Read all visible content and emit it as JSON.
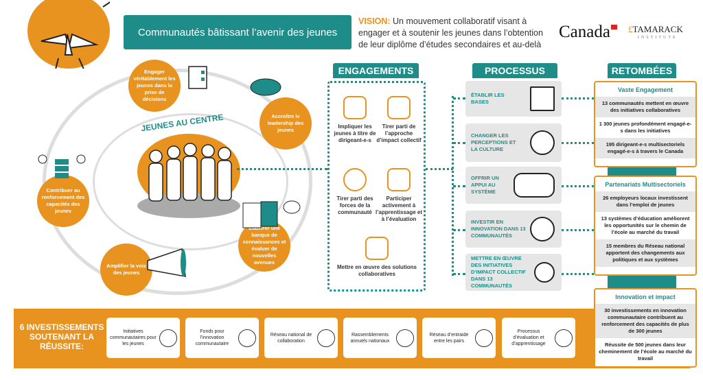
{
  "header": {
    "title": "Communautés bâtissant l’avenir des jeunes",
    "vision_label": "VISION:",
    "vision_text": " Un mouvement collaboratif visant à engager et à soutenir les jeunes dans l’obtention de leur diplôme d’études secondaires et au-delà",
    "logo_canada": "Canada",
    "logo_tamarack": "TAMARACK",
    "logo_tamarack_sub": "INSTITUTE"
  },
  "cycle": {
    "center_label": "JEUNES AU CENTRE",
    "steps": [
      "Engager véritablement les jeunes dans la prise de décisions",
      "Accroître le leadership des jeunes",
      "Contribuer au renforcement des capacités des jeunes",
      "Élaborer une banque de connaissances et évaluer de nouvelles avenues",
      "Amplifier la voix des jeunes"
    ]
  },
  "engagements": {
    "title": "ENGAGEMENTS",
    "items": [
      "Impliquer les jeunes à titre de dirigeant-e-s",
      "Tirer parti de l’approche d’impact collectif",
      "Tirer parti des forces de la communauté",
      "Participer activement à l’apprentissage et à l’évaluation",
      "Mettre en œuvre des solutions collaboratives"
    ]
  },
  "processus": {
    "title": "PROCESSUS",
    "items": [
      "ÉTABLIR LES BASES",
      "CHANGER LES PERCEPTIONS ET LA CULTURE",
      "OFFRIR UN APPUI AU SYSTÈME",
      "INVESTIR EN INNOVATION DANS 13 COMMUNAUTÉS",
      "METTRE EN ŒUVRE DES INITIATIVES D’IMPACT COLLECTIF DANS 13 COMMUNAUTÉS"
    ]
  },
  "retombees": {
    "title": "RETOMBÉES",
    "groups": [
      {
        "title": "Vaste Engagement",
        "items": [
          "13 communautés mettent en œuvre des initiatives collaboratives",
          "1 300 jeunes profondément engagé-e-s dans les initiatives",
          "195 dirigeant-e-s multisectoriels engagé-e-s à travers le Canada"
        ]
      },
      {
        "title": "Partenariats Multisectoriels",
        "items": [
          "26 employeurs locaux investissent dans l’emploi de jeunes",
          "13 systèmes d’éducation améliorent les opportunités sur le chemin de l’école au marché du travail",
          "15 membres du Réseau national apportent des changements aux politiques et aux systèmes"
        ]
      },
      {
        "title": "Innovation et impact",
        "items": [
          "30 investissements en innovation communautaire contribuent au renforcement des capacités de plus de 300 jeunes",
          "Réussite de 500 jeunes dans leur cheminement de l’école au marché du travail"
        ]
      }
    ]
  },
  "investissements": {
    "title": "6 INVESTISSEMENTS SOUTENANT LA RÉUSSITE:",
    "items": [
      "Initiatives communautaires pour les jeunes",
      "Fonds pour l’innovation communautaire",
      "Réseau national de collaboration",
      "Rassemblements annuels nationaux",
      "Réseau d’entraide entre les pairs",
      "Processus d’évaluation et d’apprentissage"
    ]
  },
  "colors": {
    "orange": "#e8921f",
    "teal": "#1e8c88"
  }
}
